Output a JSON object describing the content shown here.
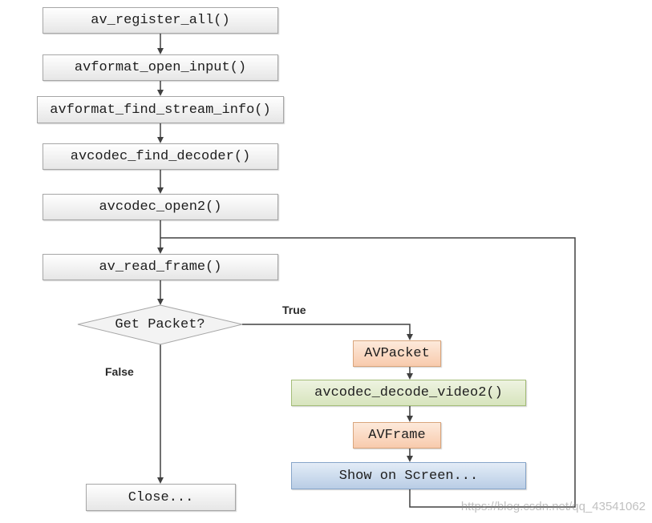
{
  "diagram": {
    "nodes": {
      "register": "av_register_all()",
      "open_input": "avformat_open_input()",
      "find_stream_info": "avformat_find_stream_info()",
      "find_decoder": "avcodec_find_decoder()",
      "open2": "avcodec_open2()",
      "read_frame": "av_read_frame()",
      "decision": "Get Packet?",
      "packet": "AVPacket",
      "decode": "avcodec_decode_video2()",
      "frame": "AVFrame",
      "show": "Show on Screen...",
      "close": "Close..."
    },
    "edge_labels": {
      "true": "True",
      "false": "False"
    },
    "watermark": "https://blog.csdn.net/qq_43541062"
  },
  "colors": {
    "gray": "#e6e6e6",
    "orange": "#f8cbad",
    "green": "#d7e4bd",
    "blue": "#b9cde5",
    "line": "#404040",
    "border": "#a6a6a6"
  }
}
